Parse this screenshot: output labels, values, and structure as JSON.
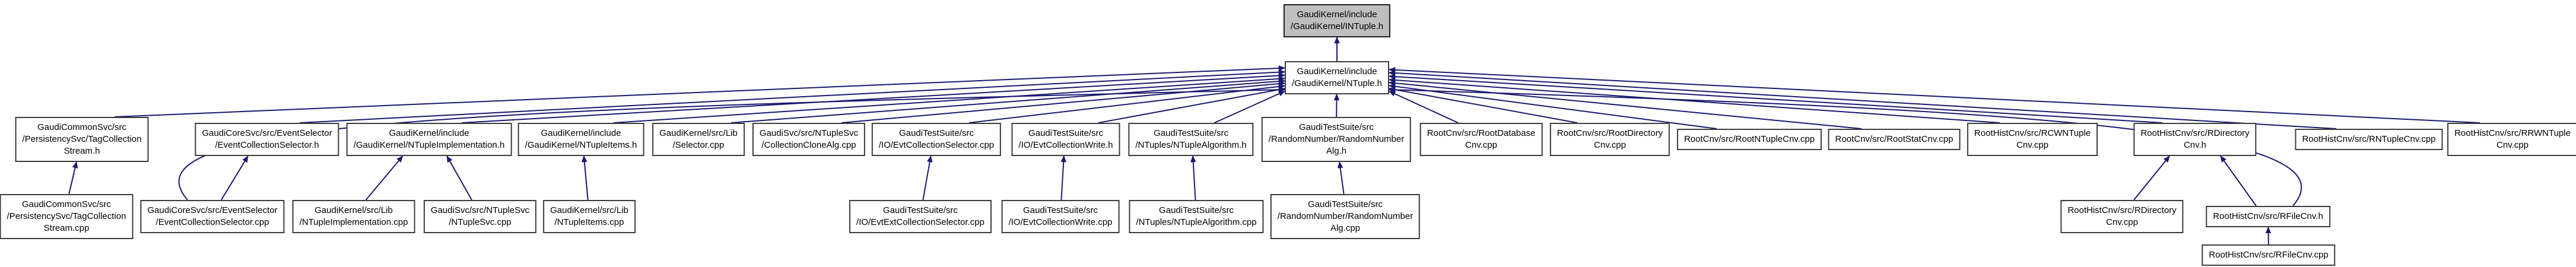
{
  "diagram": {
    "kind": "doxygen-included-by-graph",
    "root_file": "GaudiKernel/include/GaudiKernel/INTuple.h",
    "colors": {
      "edge": "#191970",
      "node_border": "#3c3c3c",
      "node_fill": "#ffffff",
      "root_fill": "#bfbfbf",
      "text": "#000000",
      "background": "#ffffff"
    },
    "nodes": [
      {
        "id": "intuple_h",
        "role": "root",
        "label": "GaudiKernel/include\n/GaudiKernel/INTuple.h"
      },
      {
        "id": "ntuple_h",
        "role": "node",
        "label": "GaudiKernel/include\n/GaudiKernel/NTuple.h"
      },
      {
        "id": "tagstream_h",
        "role": "node",
        "label": "GaudiCommonSvc/src\n/PersistencySvc/TagCollection\nStream.h"
      },
      {
        "id": "evcollsel_h",
        "role": "node",
        "label": "GaudiCoreSvc/src/EventSelector\n/EventCollectionSelector.h"
      },
      {
        "id": "ntupleimpl_h",
        "role": "node",
        "label": "GaudiKernel/include\n/GaudiKernel/NTupleImplementation.h"
      },
      {
        "id": "ntupleitems_h",
        "role": "node",
        "label": "GaudiKernel/include\n/GaudiKernel/NTupleItems.h"
      },
      {
        "id": "selector_cpp",
        "role": "node",
        "label": "GaudiKernel/src/Lib\n/Selector.cpp"
      },
      {
        "id": "collclone_cpp",
        "role": "node",
        "label": "GaudiSvc/src/NTupleSvc\n/CollectionCloneAlg.cpp"
      },
      {
        "id": "io_evtcollsel_cpp",
        "role": "node",
        "label": "GaudiTestSuite/src\n/IO/EvtCollectionSelector.cpp"
      },
      {
        "id": "io_evtcollwrite_h",
        "role": "node",
        "label": "GaudiTestSuite/src\n/IO/EvtCollectionWrite.h"
      },
      {
        "id": "ntuplealg_h",
        "role": "node",
        "label": "GaudiTestSuite/src\n/NTuples/NTupleAlgorithm.h"
      },
      {
        "id": "randomalg_h",
        "role": "node",
        "label": "GaudiTestSuite/src\n/RandomNumber/RandomNumber\nAlg.h"
      },
      {
        "id": "rootdbcnv_cpp",
        "role": "node",
        "label": "RootCnv/src/RootDatabase\nCnv.cpp"
      },
      {
        "id": "rootdircnv_cpp",
        "role": "node",
        "label": "RootCnv/src/RootDirectory\nCnv.cpp"
      },
      {
        "id": "rootntuplecnv_cpp",
        "role": "node",
        "label": "RootCnv/src/RootNTupleCnv.cpp"
      },
      {
        "id": "rootstatcnv_cpp",
        "role": "node",
        "label": "RootCnv/src/RootStatCnv.cpp"
      },
      {
        "id": "rcwntuplecnv_cpp",
        "role": "node",
        "label": "RootHistCnv/src/RCWNTuple\nCnv.cpp"
      },
      {
        "id": "rdircnv_h",
        "role": "node",
        "label": "RootHistCnv/src/RDirectory\nCnv.h"
      },
      {
        "id": "rntuplecnv_cpp",
        "role": "node",
        "label": "RootHistCnv/src/RNTupleCnv.cpp"
      },
      {
        "id": "rrwntuplecnv_cpp",
        "role": "node",
        "label": "RootHistCnv/src/RRWNTuple\nCnv.cpp"
      },
      {
        "id": "tagstream_cpp",
        "role": "node",
        "label": "GaudiCommonSvc/src\n/PersistencySvc/TagCollection\nStream.cpp"
      },
      {
        "id": "evcollsel_cpp",
        "role": "node",
        "label": "GaudiCoreSvc/src/EventSelector\n/EventCollectionSelector.cpp"
      },
      {
        "id": "ntupleimpl_cpp",
        "role": "node",
        "label": "GaudiKernel/src/Lib\n/NTupleImplementation.cpp"
      },
      {
        "id": "ntuplesvc_cpp",
        "role": "node",
        "label": "GaudiSvc/src/NTupleSvc\n/NTupleSvc.cpp"
      },
      {
        "id": "ntupleitems_cpp",
        "role": "node",
        "label": "GaudiKernel/src/Lib\n/NTupleItems.cpp"
      },
      {
        "id": "io_evtextcollsel_cpp",
        "role": "node",
        "label": "GaudiTestSuite/src\n/IO/EvtExtCollectionSelector.cpp"
      },
      {
        "id": "io_evtcollwrite_cpp",
        "role": "node",
        "label": "GaudiTestSuite/src\n/IO/EvtCollectionWrite.cpp"
      },
      {
        "id": "ntuplealg_cpp",
        "role": "node",
        "label": "GaudiTestSuite/src\n/NTuples/NTupleAlgorithm.cpp"
      },
      {
        "id": "randomalg_cpp",
        "role": "node",
        "label": "GaudiTestSuite/src\n/RandomNumber/RandomNumber\nAlg.cpp"
      },
      {
        "id": "rdircnv_cpp",
        "role": "node",
        "label": "RootHistCnv/src/RDirectory\nCnv.cpp"
      },
      {
        "id": "rfilecnv_h",
        "role": "node",
        "label": "RootHistCnv/src/RFileCnv.h"
      },
      {
        "id": "rfilecnv_cpp",
        "role": "node",
        "label": "RootHistCnv/src/RFileCnv.cpp"
      }
    ],
    "edges": [
      {
        "from": "ntuple_h",
        "to": "intuple_h"
      },
      {
        "from": "tagstream_h",
        "to": "ntuple_h"
      },
      {
        "from": "evcollsel_h",
        "to": "ntuple_h"
      },
      {
        "from": "ntupleimpl_h",
        "to": "ntuple_h"
      },
      {
        "from": "ntupleitems_h",
        "to": "ntuple_h"
      },
      {
        "from": "selector_cpp",
        "to": "ntuple_h"
      },
      {
        "from": "collclone_cpp",
        "to": "ntuple_h"
      },
      {
        "from": "io_evtcollsel_cpp",
        "to": "ntuple_h"
      },
      {
        "from": "io_evtcollwrite_h",
        "to": "ntuple_h"
      },
      {
        "from": "ntuplealg_h",
        "to": "ntuple_h"
      },
      {
        "from": "randomalg_h",
        "to": "ntuple_h"
      },
      {
        "from": "rootdbcnv_cpp",
        "to": "ntuple_h"
      },
      {
        "from": "rootdircnv_cpp",
        "to": "ntuple_h"
      },
      {
        "from": "rootntuplecnv_cpp",
        "to": "ntuple_h"
      },
      {
        "from": "rootstatcnv_cpp",
        "to": "ntuple_h"
      },
      {
        "from": "rcwntuplecnv_cpp",
        "to": "ntuple_h"
      },
      {
        "from": "rdircnv_h",
        "to": "ntuple_h"
      },
      {
        "from": "rntuplecnv_cpp",
        "to": "ntuple_h"
      },
      {
        "from": "rrwntuplecnv_cpp",
        "to": "ntuple_h"
      },
      {
        "from": "tagstream_cpp",
        "to": "tagstream_h"
      },
      {
        "from": "evcollsel_cpp",
        "to": "evcollsel_h"
      },
      {
        "from": "evcollsel_cpp",
        "to": "ntuple_h",
        "shape": "curve-left"
      },
      {
        "from": "ntupleimpl_cpp",
        "to": "ntupleimpl_h"
      },
      {
        "from": "ntuplesvc_cpp",
        "to": "ntupleimpl_h"
      },
      {
        "from": "ntupleitems_cpp",
        "to": "ntupleitems_h"
      },
      {
        "from": "io_evtextcollsel_cpp",
        "to": "io_evtcollsel_cpp"
      },
      {
        "from": "io_evtcollwrite_cpp",
        "to": "io_evtcollwrite_h"
      },
      {
        "from": "ntuplealg_cpp",
        "to": "ntuplealg_h"
      },
      {
        "from": "randomalg_cpp",
        "to": "randomalg_h"
      },
      {
        "from": "rdircnv_cpp",
        "to": "rdircnv_h"
      },
      {
        "from": "rfilecnv_h",
        "to": "rdircnv_h"
      },
      {
        "from": "rfilecnv_h",
        "to": "ntuple_h",
        "shape": "curve-right"
      },
      {
        "from": "rfilecnv_cpp",
        "to": "rfilecnv_h"
      }
    ]
  }
}
